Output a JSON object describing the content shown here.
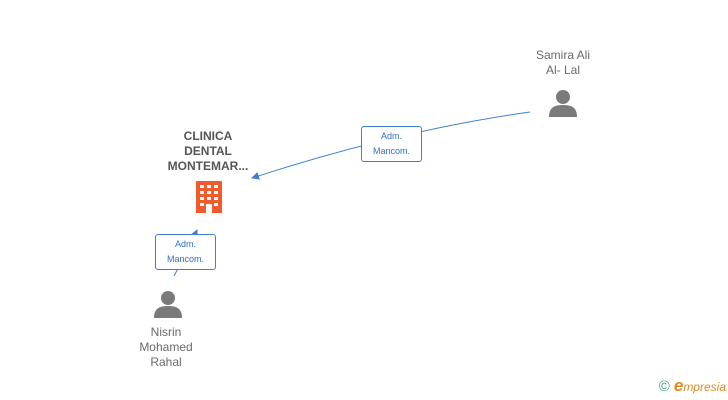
{
  "colors": {
    "link": "#3f7fd0",
    "company": "#f15a2b",
    "person": "#7a7a7a"
  },
  "company": {
    "name_lines": [
      "CLINICA",
      "DENTAL",
      "MONTEMAR..."
    ],
    "icon": "building-icon"
  },
  "persons": [
    {
      "name_lines": [
        "Samira Ali",
        "Al- Lal"
      ],
      "icon": "person-icon"
    },
    {
      "name_lines": [
        "Nisrin",
        "Mohamed",
        "Rahal"
      ],
      "icon": "person-icon"
    }
  ],
  "relations": [
    {
      "lines": [
        "Adm.",
        "Mancom."
      ]
    },
    {
      "lines": [
        "Adm.",
        "Mancom."
      ]
    }
  ],
  "brand": {
    "copyright": "©",
    "initial": "e",
    "rest": "mpresia"
  }
}
